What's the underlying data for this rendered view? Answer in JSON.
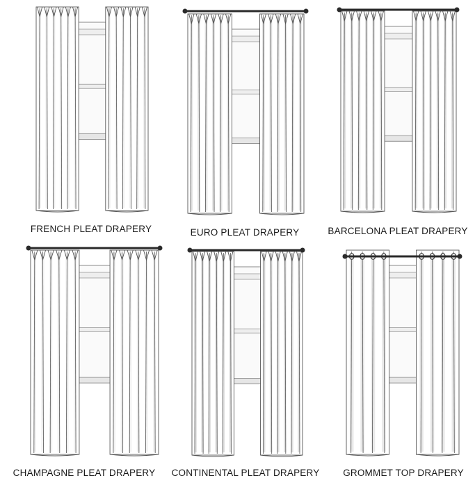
{
  "panels": [
    {
      "label": "FRENCH PLEAT DRAPERY",
      "has_rod": false,
      "top": "pinch"
    },
    {
      "label": "EURO PLEAT DRAPERY",
      "has_rod": true,
      "top": "pinch"
    },
    {
      "label": "BARCELONA PLEAT DRAPERY",
      "has_rod": true,
      "top": "pinch"
    },
    {
      "label": "CHAMPAGNE PLEAT DRAPERY",
      "has_rod": true,
      "top": "pinch"
    },
    {
      "label": "CONTINENTAL PLEAT DRAPERY",
      "has_rod": true,
      "top": "pinch"
    },
    {
      "label": "GROMMET TOP DRAPERY",
      "has_rod": true,
      "top": "grommet"
    }
  ],
  "colors": {
    "line": "#555555",
    "rod": "#2a2a2a",
    "shade": "#9a9a9a"
  }
}
